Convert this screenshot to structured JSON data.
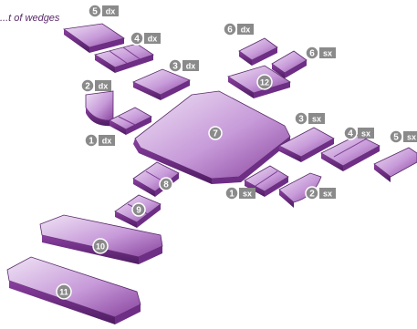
{
  "title": "...t of wedges",
  "colors": {
    "piece_light": "#dcc4e8",
    "piece_mid": "#b07cc8",
    "piece_dark": "#6e2e86",
    "edge": "#4a1e5a",
    "badge": "#8a8a8a",
    "badge_text": "#ffffff"
  },
  "pieces": [
    {
      "id": "p5dx",
      "num": "5",
      "side": "dx"
    },
    {
      "id": "p4dx",
      "num": "4",
      "side": "dx"
    },
    {
      "id": "p3dx",
      "num": "3",
      "side": "dx"
    },
    {
      "id": "p2dx",
      "num": "2",
      "side": "dx"
    },
    {
      "id": "p1dx",
      "num": "1",
      "side": "dx"
    },
    {
      "id": "p6dx",
      "num": "6",
      "side": "dx"
    },
    {
      "id": "p6sx",
      "num": "6",
      "side": "sx"
    },
    {
      "id": "p12",
      "num": "12",
      "side": ""
    },
    {
      "id": "p7",
      "num": "7",
      "side": ""
    },
    {
      "id": "p3sx",
      "num": "3",
      "side": "sx"
    },
    {
      "id": "p4sx",
      "num": "4",
      "side": "sx"
    },
    {
      "id": "p5sx",
      "num": "5",
      "side": "sx"
    },
    {
      "id": "p8",
      "num": "8",
      "side": ""
    },
    {
      "id": "p1sx",
      "num": "1",
      "side": "sx"
    },
    {
      "id": "p2sx",
      "num": "2",
      "side": "sx"
    },
    {
      "id": "p9",
      "num": "9",
      "side": ""
    },
    {
      "id": "p10",
      "num": "10",
      "side": ""
    },
    {
      "id": "p11",
      "num": "11",
      "side": ""
    }
  ]
}
